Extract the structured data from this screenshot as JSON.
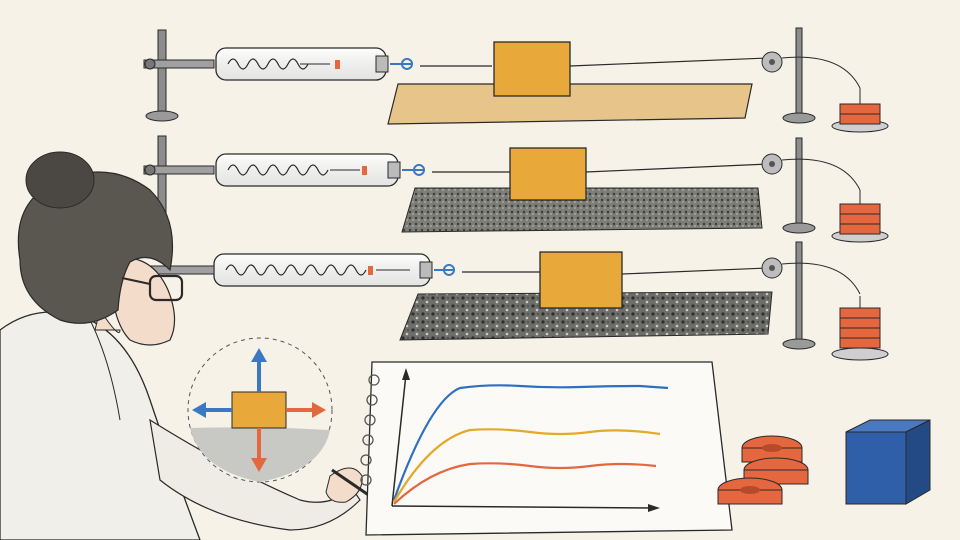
{
  "scene": {
    "title": "",
    "colors": {
      "background": "#f6f2e8",
      "ink": "#2a2a2a",
      "wood": "#e7c48a",
      "block": "#e8a93a",
      "weights": "#e5673f",
      "blue_block": "#2f5fa8",
      "curve_blue": "#2f6fbf",
      "curve_yellow": "#e2a92a",
      "curve_orange": "#e5673f",
      "arrow_blue": "#3b78c4",
      "arrow_orange": "#e5673f"
    },
    "rows": [
      {
        "surface": "wood-plank",
        "weight_count": 2
      },
      {
        "surface": "carpet",
        "weight_count": 3
      },
      {
        "surface": "gravel",
        "weight_count": 4
      }
    ],
    "spring_scale_fill": [
      0.55,
      0.75,
      0.9
    ],
    "icons": [
      "spring-scale-icon",
      "pulley-icon",
      "hanging-weight-icon",
      "free-body-diagram-icon",
      "graph-notebook-icon",
      "blue-cube-icon",
      "weight-stack-icon"
    ]
  }
}
